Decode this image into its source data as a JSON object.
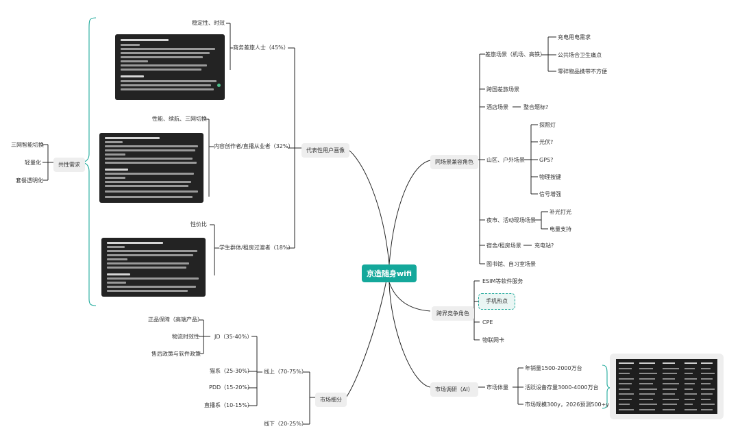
{
  "center": {
    "label": "京造随身wifi"
  },
  "left_far": {
    "parent": "共性需求",
    "items": [
      "三网智能切换",
      "轻量化",
      "套餐透明化"
    ]
  },
  "persona": {
    "label": "代表性用户画像",
    "children": [
      {
        "label": "商务差旅人士（45%）",
        "note": "稳定性、时效"
      },
      {
        "label": "内容创作者/直播从业者（32%）",
        "note": "性能、续航、三网切换"
      },
      {
        "label": "学生群体/租房过渡者（18%）",
        "note": "性价比"
      }
    ]
  },
  "market": {
    "label": "市场细分",
    "online": {
      "label": "线上（70-75%）",
      "children": [
        "JD（35-40%）",
        "猫系（25-30%）",
        "PDD（15-20%）",
        "直播系（10-15%）"
      ]
    },
    "jd_children": [
      "正品保障（高端产品）",
      "物流时效性",
      "售后政策与软件政策"
    ],
    "offline": "线下（20-25%）"
  },
  "scenario": {
    "label": "同场景兼容角色",
    "biz_travel": {
      "label": "差旅场景（机场、高铁）",
      "children": [
        "充电用电需求",
        "公共场合卫生痛点",
        "零碎物品携带不方便"
      ]
    },
    "cross_border": "跨国差旅场景",
    "hotel": {
      "label": "酒店场景",
      "child": "整合题标?"
    },
    "outdoor": {
      "label": "山区、户外场景",
      "children": [
        "探照灯",
        "光伏?",
        "GPS?",
        "物理按键",
        "信号增强"
      ]
    },
    "night": {
      "label": "夜市、活动现场场景",
      "children": [
        "补光打光",
        "电量支持"
      ]
    },
    "dorm": {
      "label": "宿舍/租房场景",
      "child": "充电站?"
    },
    "library": "图书馆、自习室场景"
  },
  "competitor": {
    "label": "跨界竞争角色",
    "children": [
      "ESIM等软件服务",
      "手机热点",
      "CPE",
      "物联网卡"
    ]
  },
  "research": {
    "label": "市场调研（AI）",
    "volume": {
      "label": "市场体量",
      "children": [
        "年销量1500-2000万台",
        "活跃设备存量3000-4000万台",
        "市场规模300y，2026预测500+y"
      ]
    }
  },
  "colors": {
    "accent": "#14a89b",
    "line": "#222222",
    "bracket": "#1ea99a"
  }
}
